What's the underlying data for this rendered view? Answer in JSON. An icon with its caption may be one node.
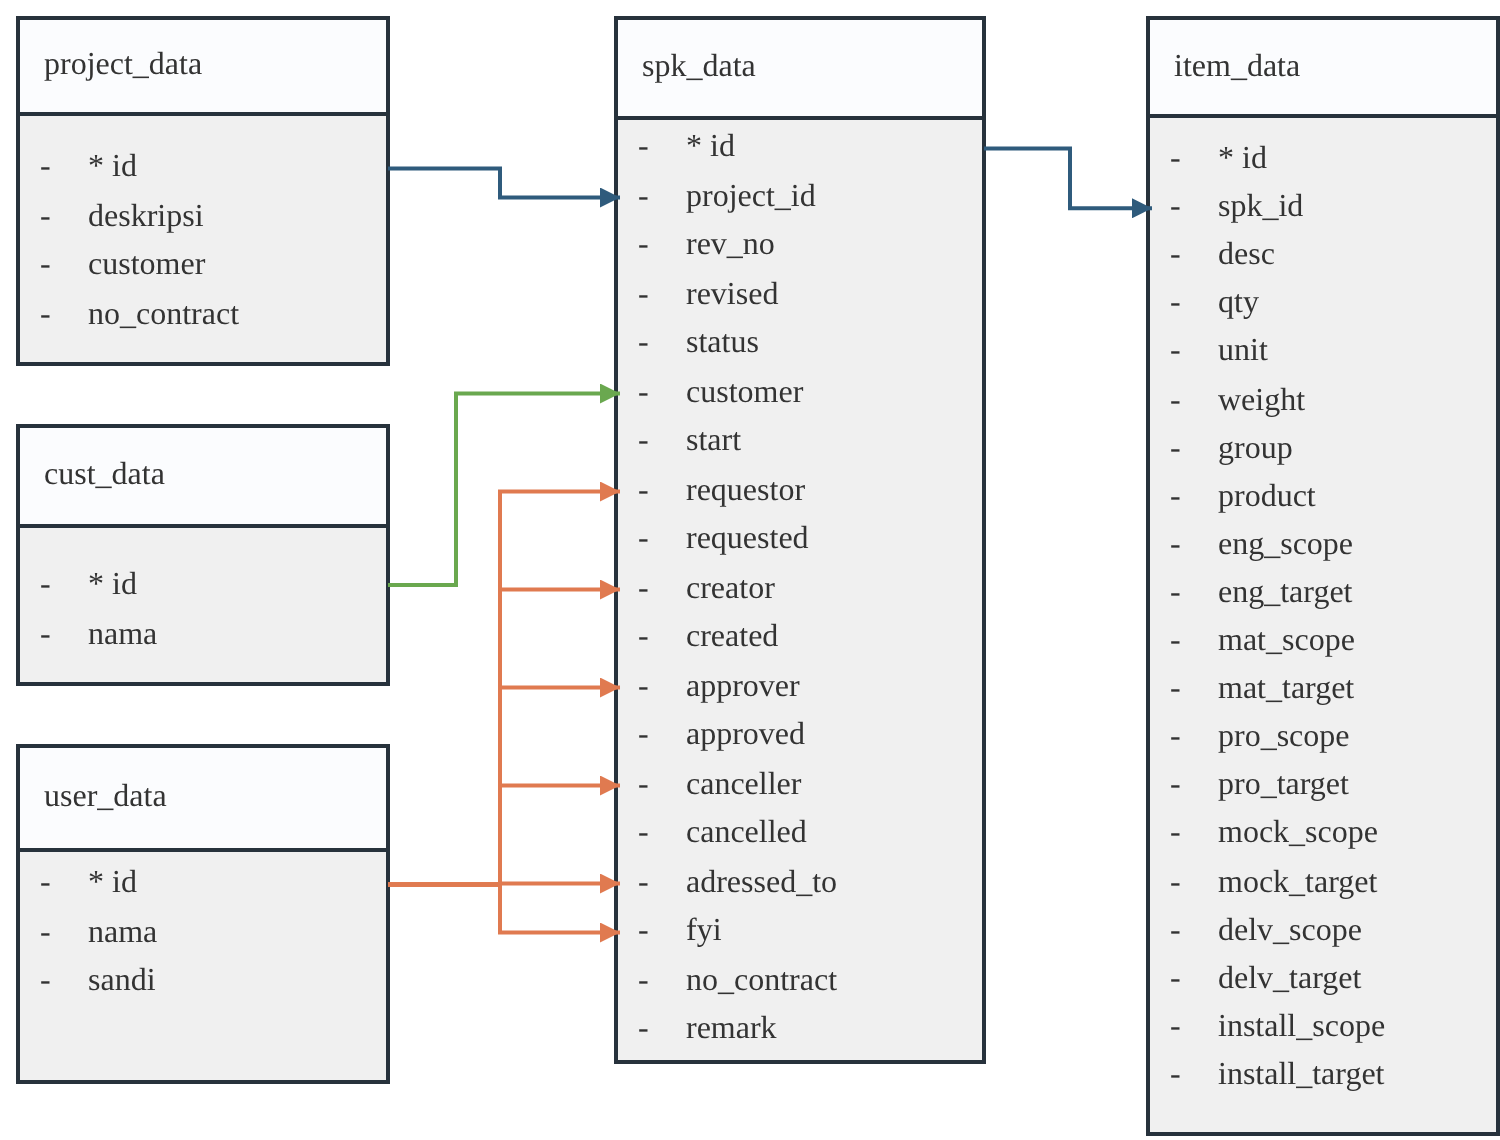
{
  "diagram": {
    "nodes": [
      {
        "text": [
          "project_data"
        ]
      },
      {
        "text": [
          "-",
          "* id"
        ],
        "in": 0
      },
      {
        "text": [
          "-",
          "deskripsi"
        ],
        "in": 0
      },
      {
        "text": [
          "-",
          "customer"
        ],
        "in": 0
      },
      {
        "text": [
          "-",
          "no_contract"
        ],
        "in": 0
      },
      {
        "text": [
          "cust_data"
        ]
      },
      {
        "text": [
          "-",
          "* id"
        ],
        "in": 5
      },
      {
        "text": [
          "-",
          "nama"
        ],
        "in": 5
      },
      {
        "text": [
          "user_data"
        ]
      },
      {
        "text": [
          "-",
          "* id"
        ],
        "in": 8
      },
      {
        "text": [
          "-",
          "nama"
        ],
        "in": 8
      },
      {
        "text": [
          "-",
          "sandi"
        ],
        "in": 8
      },
      {
        "text": [
          "spk_data"
        ]
      },
      {
        "text": [
          "-",
          "* id"
        ],
        "in": 12
      },
      {
        "text": [
          "-",
          "project_id"
        ],
        "in": 12
      },
      {
        "text": [
          "-",
          "rev_no"
        ],
        "in": 12
      },
      {
        "text": [
          "-",
          "revised"
        ],
        "in": 12
      },
      {
        "text": [
          "-",
          "status"
        ],
        "in": 12
      },
      {
        "text": [
          "-",
          "customer"
        ],
        "in": 12
      },
      {
        "text": [
          "-",
          "start"
        ],
        "in": 12
      },
      {
        "text": [
          "-",
          "requestor"
        ],
        "in": 12
      },
      {
        "text": [
          "-",
          "requested"
        ],
        "in": 12
      },
      {
        "text": [
          "-",
          "creator"
        ],
        "in": 12
      },
      {
        "text": [
          "-",
          "created"
        ],
        "in": 12
      },
      {
        "text": [
          "-",
          "approver"
        ],
        "in": 12
      },
      {
        "text": [
          "-",
          "approved"
        ],
        "in": 12
      },
      {
        "text": [
          "-",
          "canceller"
        ],
        "in": 12
      },
      {
        "text": [
          "-",
          "cancelled"
        ],
        "in": 12
      },
      {
        "text": [
          "-",
          "adressed_to"
        ],
        "in": 12
      },
      {
        "text": [
          "-",
          "fyi"
        ],
        "in": 12
      },
      {
        "text": [
          "-",
          "no_contract"
        ],
        "in": 12
      },
      {
        "text": [
          "-",
          "remark"
        ],
        "in": 12
      },
      {
        "text": [
          "item_data"
        ]
      },
      {
        "text": [
          "-",
          "* id"
        ],
        "in": 32
      },
      {
        "text": [
          "-",
          "spk_id"
        ],
        "in": 32
      },
      {
        "text": [
          "-",
          "desc"
        ],
        "in": 32
      },
      {
        "text": [
          "-",
          "qty"
        ],
        "in": 32
      },
      {
        "text": [
          "-",
          "unit"
        ],
        "in": 32
      },
      {
        "text": [
          "-",
          "weight"
        ],
        "in": 32
      },
      {
        "text": [
          "-",
          "group"
        ],
        "in": 32
      },
      {
        "text": [
          "-",
          "product"
        ],
        "in": 32
      },
      {
        "text": [
          "-",
          "eng_scope"
        ],
        "in": 32
      },
      {
        "text": [
          "-",
          "eng_target"
        ],
        "in": 32
      },
      {
        "text": [
          "-",
          "mat_scope"
        ],
        "in": 32
      },
      {
        "text": [
          "-",
          "mat_target"
        ],
        "in": 32
      },
      {
        "text": [
          "-",
          "pro_scope"
        ],
        "in": 32
      },
      {
        "text": [
          "-",
          "pro_target"
        ],
        "in": 32
      },
      {
        "text": [
          "-",
          "mock_scope"
        ],
        "in": 32
      },
      {
        "text": [
          "-",
          "mock_target"
        ],
        "in": 32
      },
      {
        "text": [
          "-",
          "delv_scope"
        ],
        "in": 32
      },
      {
        "text": [
          "-",
          "delv_target"
        ],
        "in": 32
      },
      {
        "text": [
          "-",
          "install_scope"
        ],
        "in": 32
      },
      {
        "text": [
          "-",
          "install_target"
        ],
        "in": 32
      }
    ],
    "edges": [
      {
        "from": 0,
        "to": 14,
        "arrow": "to",
        "color": "#2f5b7c"
      },
      {
        "from": 5,
        "to": 18,
        "arrow": "to",
        "color": "#6aa84f"
      },
      {
        "from": 8,
        "to": 20,
        "arrow": "to"
      },
      {
        "from": 8,
        "to": 22,
        "arrow": "to"
      },
      {
        "from": 8,
        "to": 24,
        "arrow": "to"
      },
      {
        "from": 8,
        "to": 26,
        "arrow": "to"
      },
      {
        "from": 8,
        "to": 28,
        "arrow": "to"
      },
      {
        "from": 8,
        "to": 29,
        "arrow": "to"
      },
      {
        "from": 12,
        "to": 34,
        "arrow": "to",
        "color": "#2f5b7c"
      }
    ]
  }
}
